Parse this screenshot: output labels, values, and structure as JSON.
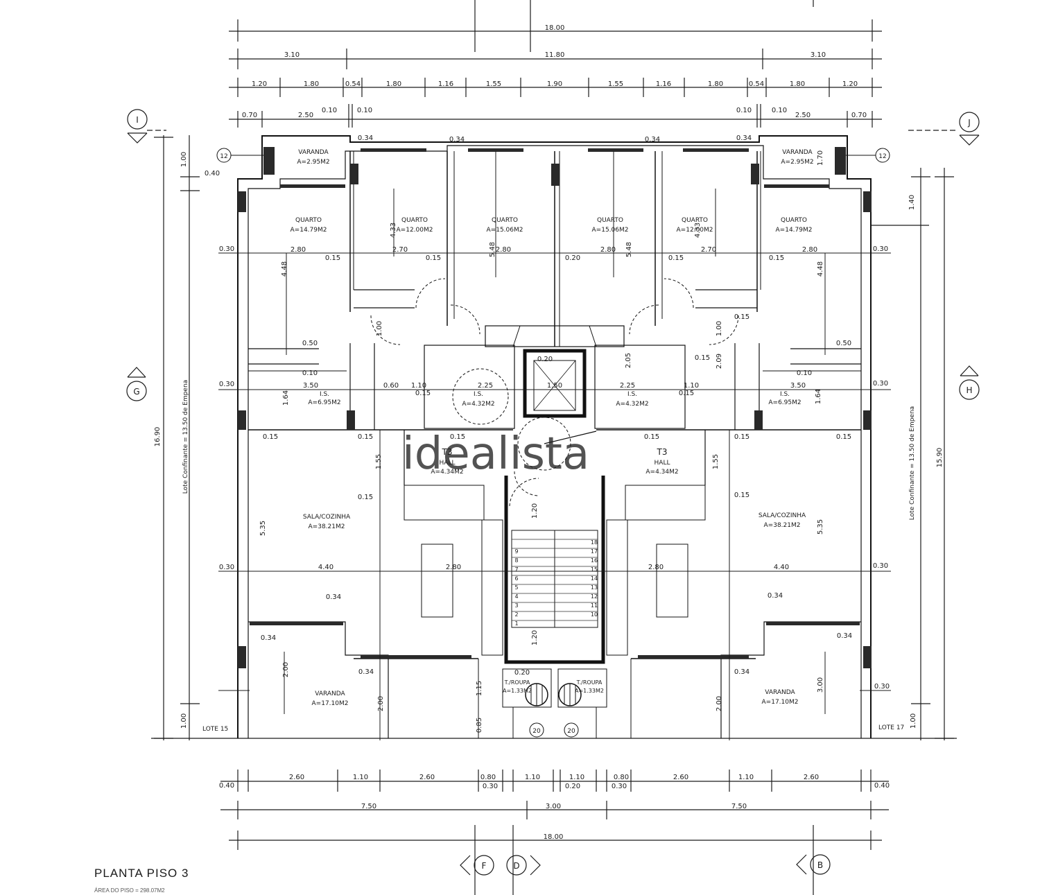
{
  "drawing": {
    "title": "PLANTA PISO 3",
    "subtitle": "ÁREA DO PISO = 298.07M2",
    "watermark": "idealista"
  },
  "top_dimensions": {
    "overall": "18.00",
    "row2": [
      "3.10",
      "11.80",
      "3.10"
    ],
    "row3": [
      "1.20",
      "1.80",
      "0.54",
      "1.80",
      "1.16",
      "1.55",
      "1.90",
      "1.55",
      "1.16",
      "1.80",
      "0.54",
      "1.80",
      "1.20"
    ],
    "row4": [
      "0.70",
      "2.50",
      "0.10",
      "0.10",
      "0.10",
      "0.10",
      "2.50",
      "0.70"
    ]
  },
  "bottom_dimensions": {
    "row1": [
      "2.60",
      "1.10",
      "2.60",
      "0.80",
      "1.10",
      "1.10",
      "0.80",
      "2.60",
      "1.10",
      "2.60"
    ],
    "row1_edges": [
      "0.40",
      "0.40"
    ],
    "row1_sub": [
      "0.30",
      "0.20",
      "0.30"
    ],
    "row2": [
      "7.50",
      "3.00",
      "7.50"
    ],
    "overall": "18.00"
  },
  "side_dimensions": {
    "left_total": "16.90",
    "right_total": "15.90",
    "left_neighbor": "Lote Confinante = 13.50 de Empena",
    "right_neighbor": "Lote Confinante = 13.50 de Empena",
    "left_partials": [
      "1.00",
      "0.40",
      "0.30",
      "0.30",
      "0.30",
      "1.00"
    ],
    "right_partials": [
      "1.40",
      "0.30",
      "0.30",
      "0.30",
      "0.30",
      "1.00"
    ]
  },
  "section_markers": {
    "top_left": "I",
    "top_right": "J",
    "left": "G",
    "right": "H",
    "bottom": [
      "F",
      "D",
      "B"
    ]
  },
  "lots": {
    "left": "LOTE 15",
    "right": "LOTE 17"
  },
  "rooms": {
    "varanda_small_l": {
      "name": "VARANDA",
      "area": "A=2.95M2"
    },
    "varanda_small_r": {
      "name": "VARANDA",
      "area": "A=2.95M2"
    },
    "quarto1_l": {
      "name": "QUARTO",
      "area": "A=14.79M2"
    },
    "quarto2_l": {
      "name": "QUARTO",
      "area": "A=12.00M2"
    },
    "quarto3_l": {
      "name": "QUARTO",
      "area": "A=15.06M2"
    },
    "quarto3_r": {
      "name": "QUARTO",
      "area": "A=15.06M2"
    },
    "quarto2_r": {
      "name": "QUARTO",
      "area": "A=12.00M2"
    },
    "quarto1_r": {
      "name": "QUARTO",
      "area": "A=14.79M2"
    },
    "is_big_l": {
      "name": "I.S.",
      "area": "A=6.95M2"
    },
    "is_small_l": {
      "name": "I.S.",
      "area": "A=4.32M2"
    },
    "is_small_r": {
      "name": "I.S.",
      "area": "A=4.32M2"
    },
    "is_big_r": {
      "name": "I.S.",
      "area": "A=6.95M2"
    },
    "hall_l": {
      "type": "T3",
      "name": "HALL",
      "area": "A=4.34M2"
    },
    "hall_r": {
      "type": "T3",
      "name": "HALL",
      "area": "A=4.34M2"
    },
    "sala_l": {
      "name": "SALA/COZINHA",
      "area": "A=38.21M2"
    },
    "sala_r": {
      "name": "SALA/COZINHA",
      "area": "A=38.21M2"
    },
    "varanda_big_l": {
      "name": "VARANDA",
      "area": "A=17.10M2"
    },
    "varanda_big_r": {
      "name": "VARANDA",
      "area": "A=17.10M2"
    },
    "roupa_l": {
      "name": "T./ROUPA",
      "area": "A=1.33M2"
    },
    "roupa_r": {
      "name": "T./ROUPA",
      "area": "A=1.33M2"
    }
  },
  "interior_dims": {
    "row_a": [
      "2.80",
      "0.15",
      "2.70",
      "0.15",
      "2.80",
      "0.20",
      "2.80",
      "0.15",
      "2.70",
      "0.15",
      "2.80"
    ],
    "row_b": [
      "3.50",
      "1.10",
      "0.15",
      "2.25",
      "1.50",
      "2.25",
      "0.15",
      "1.10",
      "3.50"
    ],
    "row_c": [
      "0.15",
      "0.15",
      "0.15",
      "0.15",
      "0.15",
      "0.15",
      "0.15"
    ],
    "row_d": [
      "4.40",
      "2.80",
      "2.80",
      "4.40"
    ],
    "misc": [
      "0.34",
      "0.34",
      "0.34",
      "0.34",
      "0.50",
      "0.50",
      "0.10",
      "0.10",
      "0.20",
      "0.20",
      "0.15",
      "0.15",
      "1.55",
      "1.55",
      "5.35",
      "5.35",
      "4.33",
      "4.33",
      "5.48",
      "5.48",
      "4.48",
      "4.48",
      "1.64",
      "1.64",
      "2.00",
      "3.00",
      "2.00",
      "2.00",
      "1.15",
      "0.85",
      "1.20",
      "1.20",
      "1.00",
      "1.00",
      "0.60",
      "2.05",
      "2.09",
      "1.70"
    ]
  },
  "stair_numbers": [
    "1",
    "2",
    "3",
    "4",
    "5",
    "6",
    "7",
    "8",
    "9",
    "10",
    "11",
    "12",
    "13",
    "14",
    "15",
    "16",
    "17",
    "18"
  ],
  "tags": {
    "vent_marker": "12",
    "column_marker": "20"
  }
}
